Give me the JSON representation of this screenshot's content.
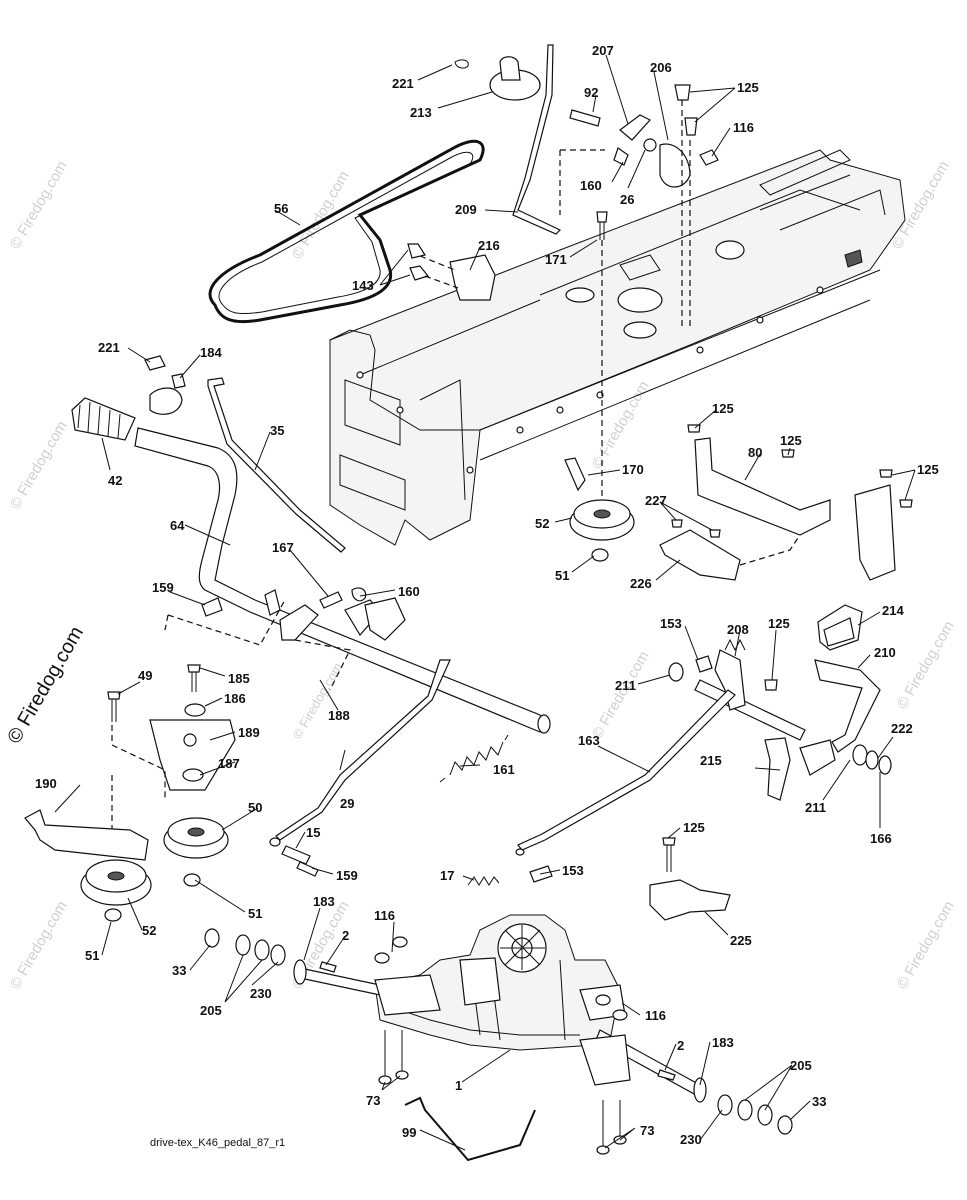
{
  "watermark": "© Firedog.com",
  "caption": "drive-tex_K46_pedal_87_r1",
  "callouts": [
    "221",
    "213",
    "207",
    "92",
    "206",
    "125",
    "116",
    "56",
    "160",
    "26",
    "209",
    "171",
    "216",
    "143",
    "221",
    "184",
    "35",
    "42",
    "170",
    "125",
    "80",
    "125",
    "125",
    "52",
    "227",
    "51",
    "226",
    "64",
    "167",
    "160",
    "159",
    "214",
    "153",
    "208",
    "125",
    "210",
    "49",
    "185",
    "186",
    "189",
    "188",
    "211",
    "163",
    "222",
    "190",
    "187",
    "50",
    "29",
    "161",
    "215",
    "211",
    "166",
    "15",
    "159",
    "125",
    "17",
    "153",
    "51",
    "52",
    "225",
    "51",
    "183",
    "116",
    "2",
    "33",
    "205",
    "230",
    "116",
    "1",
    "2",
    "183",
    "205",
    "73",
    "33",
    "99",
    "73",
    "230"
  ]
}
